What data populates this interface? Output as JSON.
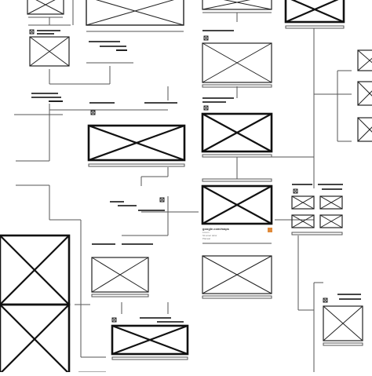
{
  "theme": {
    "line": "#222222",
    "thick_line": "#111111",
    "thin_line": "#555555",
    "paper": "#ffffff",
    "corner_icon": "#e08a3a"
  },
  "detail_card": {
    "url_text": "google.com/maps",
    "lines": [
      "Lorem",
      "Sit amet dolor",
      "Placeat"
    ]
  }
}
